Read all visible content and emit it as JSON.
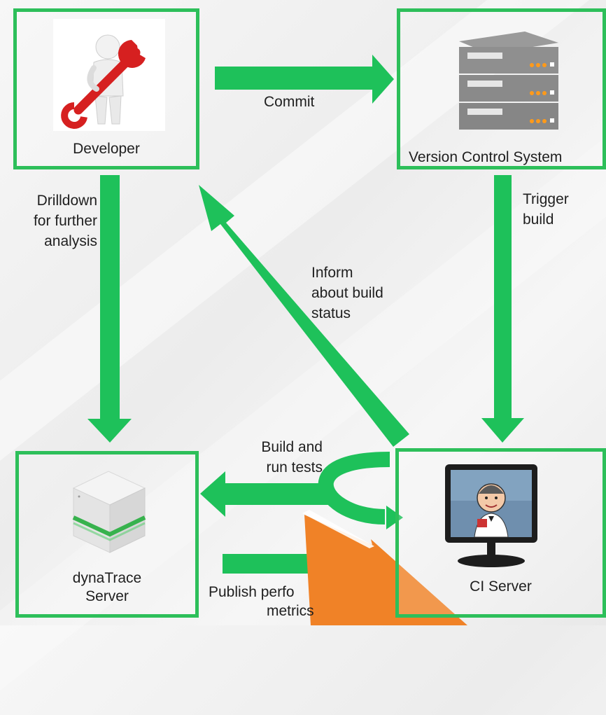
{
  "colors": {
    "arrow": "#1ec15a",
    "box_border": "#2dbf5a",
    "overlay": "#f08227"
  },
  "nodes": {
    "developer": {
      "label": "Developer",
      "icon": "developer-wrench-figure-icon"
    },
    "vcs": {
      "label": "Version Control System",
      "icon": "server-rack-icon"
    },
    "dynatrace": {
      "label": "dynaTrace\nServer",
      "icon": "dynatrace-cube-icon"
    },
    "ci": {
      "label": "CI Server",
      "icon": "jenkins-monitor-icon"
    }
  },
  "edges": {
    "commit": "Commit",
    "drilldown": "Drilldown\nfor further\nanalysis",
    "trigger": "Trigger\nbuild",
    "inform": "Inform\nabout build\nstatus",
    "build_tests": "Build and\nrun tests",
    "publish": "Publish perfo",
    "metrics": "metrics"
  }
}
